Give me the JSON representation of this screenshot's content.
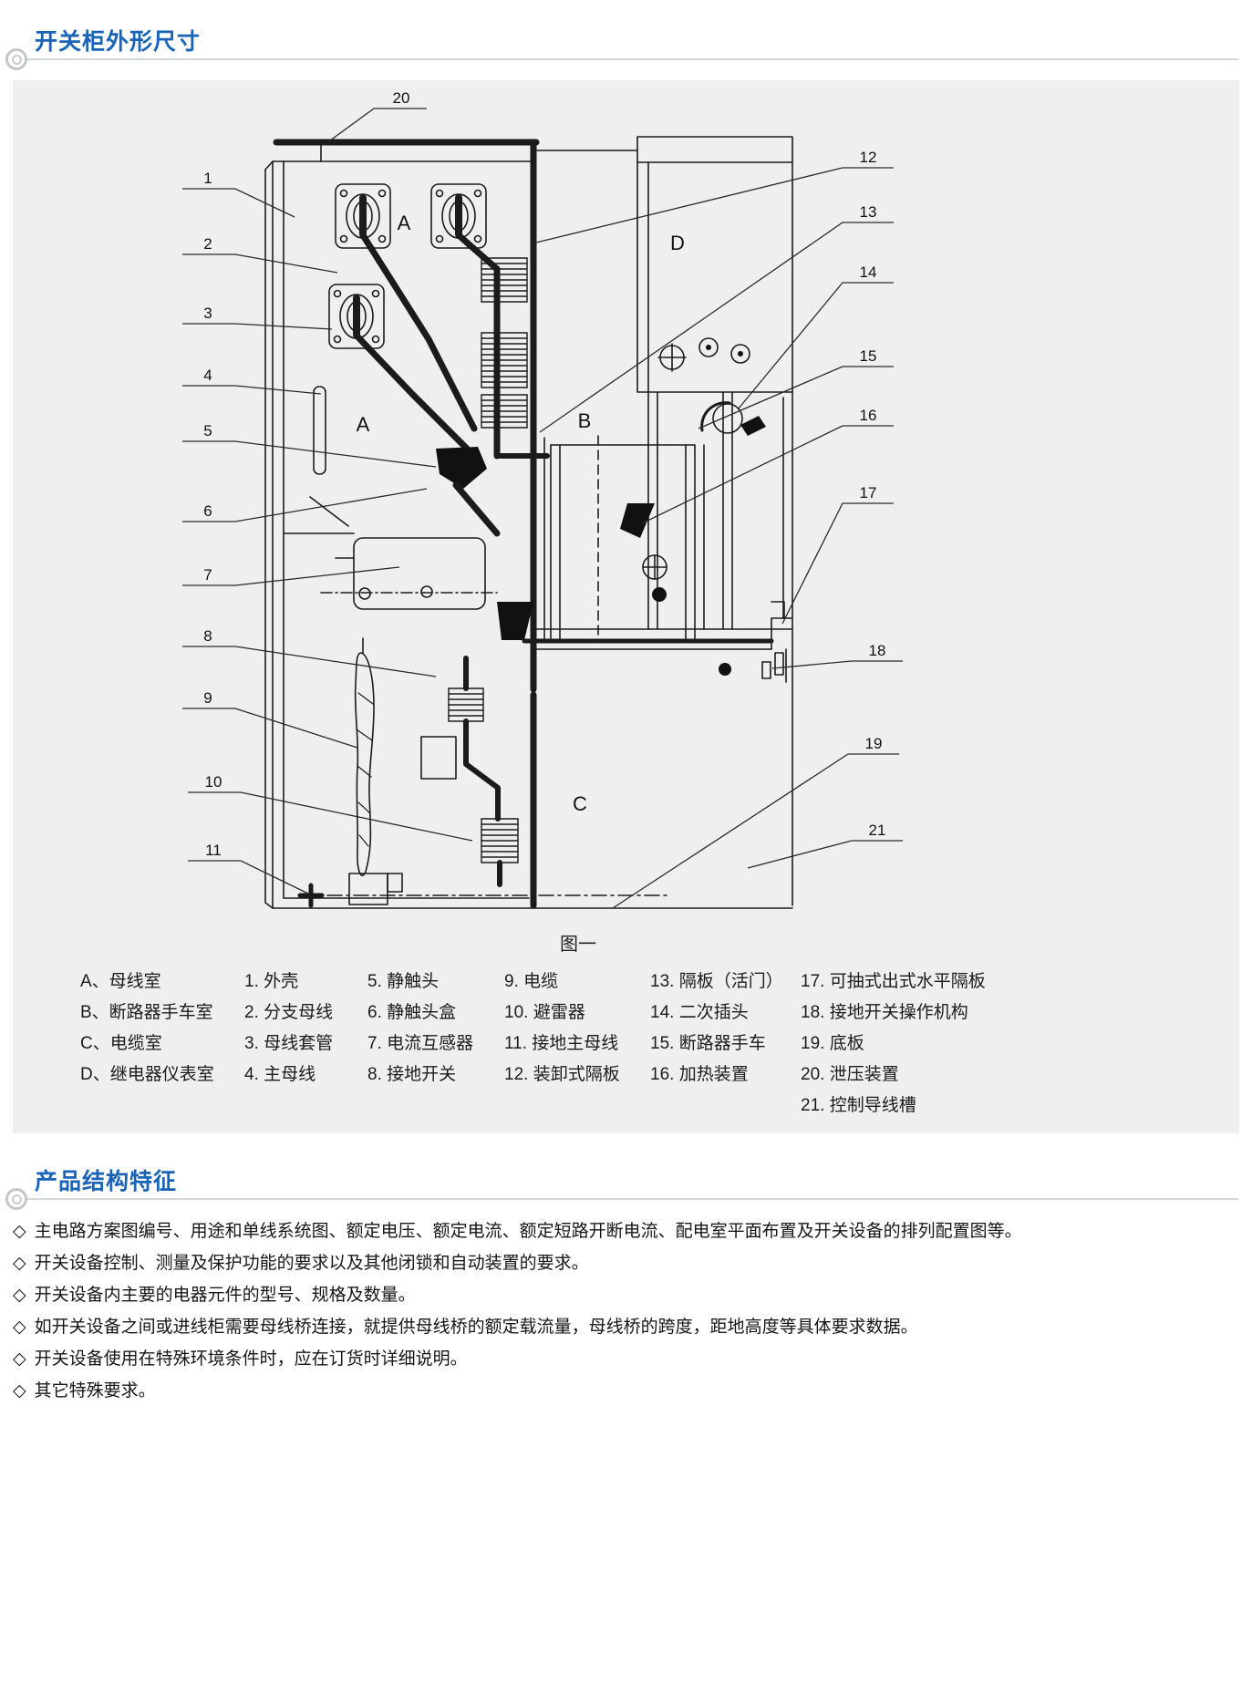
{
  "colors": {
    "title_blue": "#1a64b7",
    "panel_bg": "#eef0ef",
    "rule_gray": "#d3d7d5",
    "ink": "#1b1b1b"
  },
  "header1": {
    "title": "开关柜外形尺寸"
  },
  "figure": {
    "caption": "图一",
    "area_labels": {
      "a_top": "A",
      "d": "D",
      "a_mid": "A",
      "b": "B",
      "c": "C"
    },
    "callouts": {
      "c1": "1",
      "c2": "2",
      "c3": "3",
      "c4": "4",
      "c5": "5",
      "c6": "6",
      "c7": "7",
      "c8": "8",
      "c9": "9",
      "c10": "10",
      "c11": "11",
      "c12": "12",
      "c13": "13",
      "c14": "14",
      "c15": "15",
      "c16": "16",
      "c17": "17",
      "c18": "18",
      "c19": "19",
      "c20": "20",
      "c21": "21"
    }
  },
  "legend": {
    "columns": [
      [
        "A、母线室",
        "B、断路器手车室",
        "C、电缆室",
        "D、继电器仪表室"
      ],
      [
        "1. 外壳",
        "2. 分支母线",
        "3. 母线套管",
        "4. 主母线"
      ],
      [
        "5. 静触头",
        "6. 静触头盒",
        "7. 电流互感器",
        "8. 接地开关"
      ],
      [
        "9. 电缆",
        "10. 避雷器",
        "11. 接地主母线",
        "12. 装卸式隔板"
      ],
      [
        "13. 隔板（活门）",
        "14. 二次插头",
        "15. 断路器手车",
        "16. 加热装置"
      ],
      [
        "17. 可抽式出式水平隔板",
        "18. 接地开关操作机构",
        "19. 底板",
        "20. 泄压装置",
        "21. 控制导线槽"
      ]
    ]
  },
  "features": {
    "title": "产品结构特征",
    "bullet": "◇",
    "items": [
      "主电路方案图编号、用途和单线系统图、额定电压、额定电流、额定短路开断电流、配电室平面布置及开关设备的排列配置图等。",
      "开关设备控制、测量及保护功能的要求以及其他闭锁和自动装置的要求。",
      "开关设备内主要的电器元件的型号、规格及数量。",
      "如开关设备之间或进线柜需要母线桥连接，就提供母线桥的额定载流量，母线桥的跨度，距地高度等具体要求数据。",
      "开关设备使用在特殊环境条件时，应在订货时详细说明。",
      "其它特殊要求。"
    ]
  }
}
